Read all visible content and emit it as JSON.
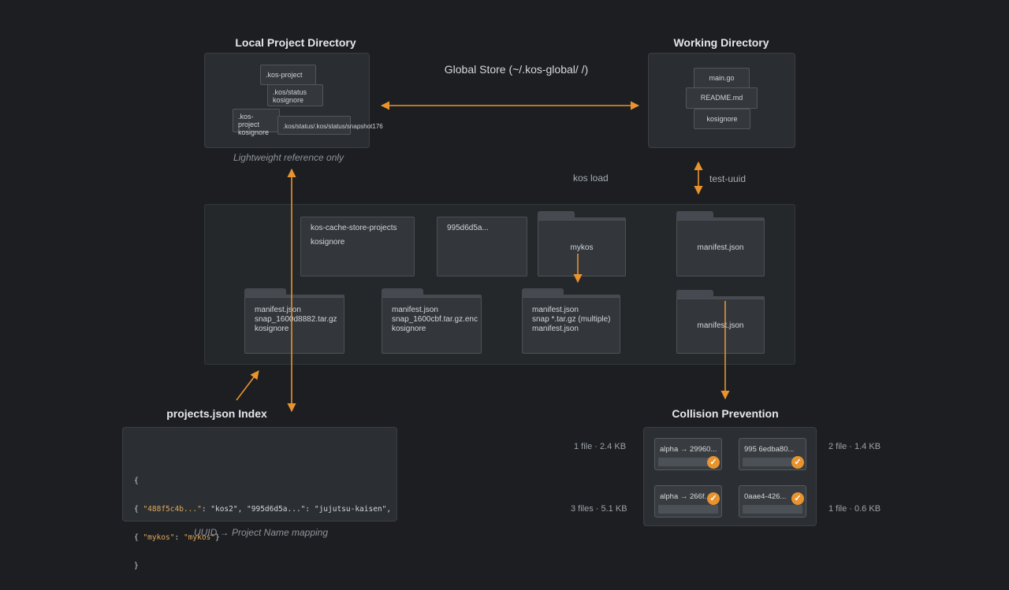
{
  "local": {
    "title": "Local Project Directory",
    "caption": "Lightweight reference only",
    "files": [
      ".kos-project",
      ".kos/status\nkosignore",
      ".kos-project\nkosignore",
      ".kos/status/.kos/status/snapshot176"
    ]
  },
  "working": {
    "title": "Working Directory",
    "files": [
      "main.go",
      "README.md",
      "kosignore"
    ]
  },
  "global": {
    "title": "Global Store (~/.kos-global/ /)"
  },
  "labels": {
    "kos_load": "kos load",
    "test_uuid": "test-uuid"
  },
  "store": {
    "top": [
      {
        "lines": [
          "kos-cache-store-projects",
          "kosignore"
        ]
      },
      {
        "lines": [
          "995d6d5a..."
        ]
      },
      {
        "lines": [
          "mykos"
        ]
      },
      {
        "lines": [
          "manifest.json"
        ]
      }
    ],
    "bottom": [
      {
        "lines": [
          "manifest.json",
          "snap_1600d8882.tar.gz",
          "kosignore"
        ]
      },
      {
        "lines": [
          "manifest.json",
          "snap_1600cbf.tar.gz.enc",
          "kosignore"
        ]
      },
      {
        "lines": [
          "manifest.json",
          "snap *.tar.gz (multiple)",
          "manifest.json"
        ]
      },
      {
        "lines": [
          "manifest.json"
        ]
      }
    ]
  },
  "index": {
    "title": "projects.json Index",
    "code_open": "{",
    "line1_key1": "\"488f5c4b...\"",
    "line1_val1": "\"kos2\"",
    "line1_key2": "\"995d6d5a...\"",
    "line1_val2": "\"jujutsu-kaisen\"",
    "line2_key": "\"mykos\"",
    "line2_val": "\"mykos\"",
    "code_close": "}",
    "caption": "UUID → Project Name mapping"
  },
  "collision": {
    "title": "Collision Prevention",
    "items": [
      {
        "label": "alpha → 29960...",
        "size": "1 file · 2.4 KB"
      },
      {
        "label": "995 6edba80...",
        "size": "2 file · 1.4 KB"
      },
      {
        "label": "alpha → 266f...",
        "size": "3 files · 5.1 KB"
      },
      {
        "label": "0aae4-426...",
        "size": "1 file · 0.6 KB"
      }
    ]
  },
  "colors": {
    "accent": "#e8932e",
    "background": "#1c1e21"
  }
}
